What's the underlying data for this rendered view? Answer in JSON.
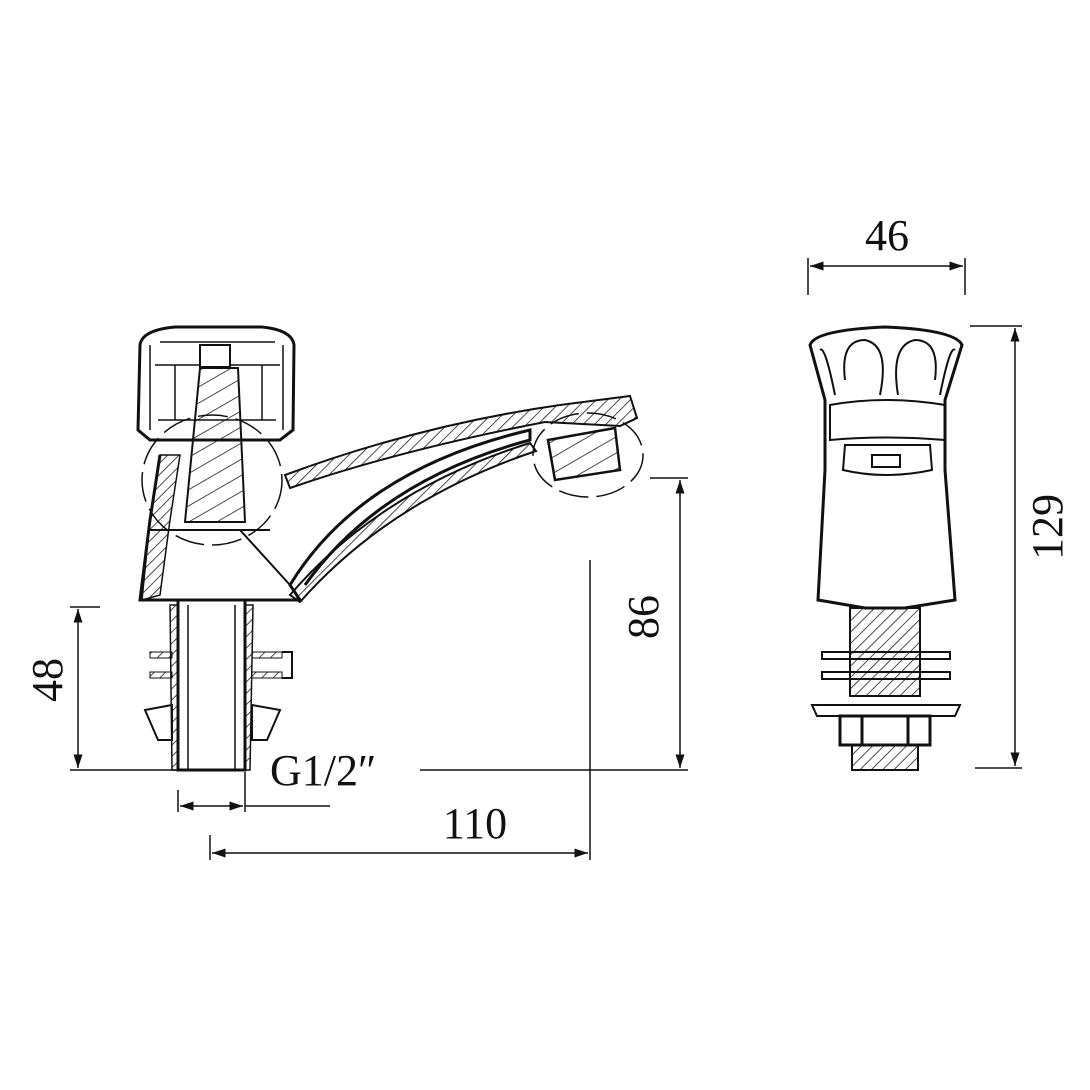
{
  "drawing": {
    "dimensions": {
      "width_side": "46",
      "height_total": "129",
      "spout_height": "86",
      "thread_length": "48",
      "thread_size": "G1/2″",
      "spout_reach": "110"
    },
    "line_color": "#111111",
    "background": "#ffffff"
  }
}
